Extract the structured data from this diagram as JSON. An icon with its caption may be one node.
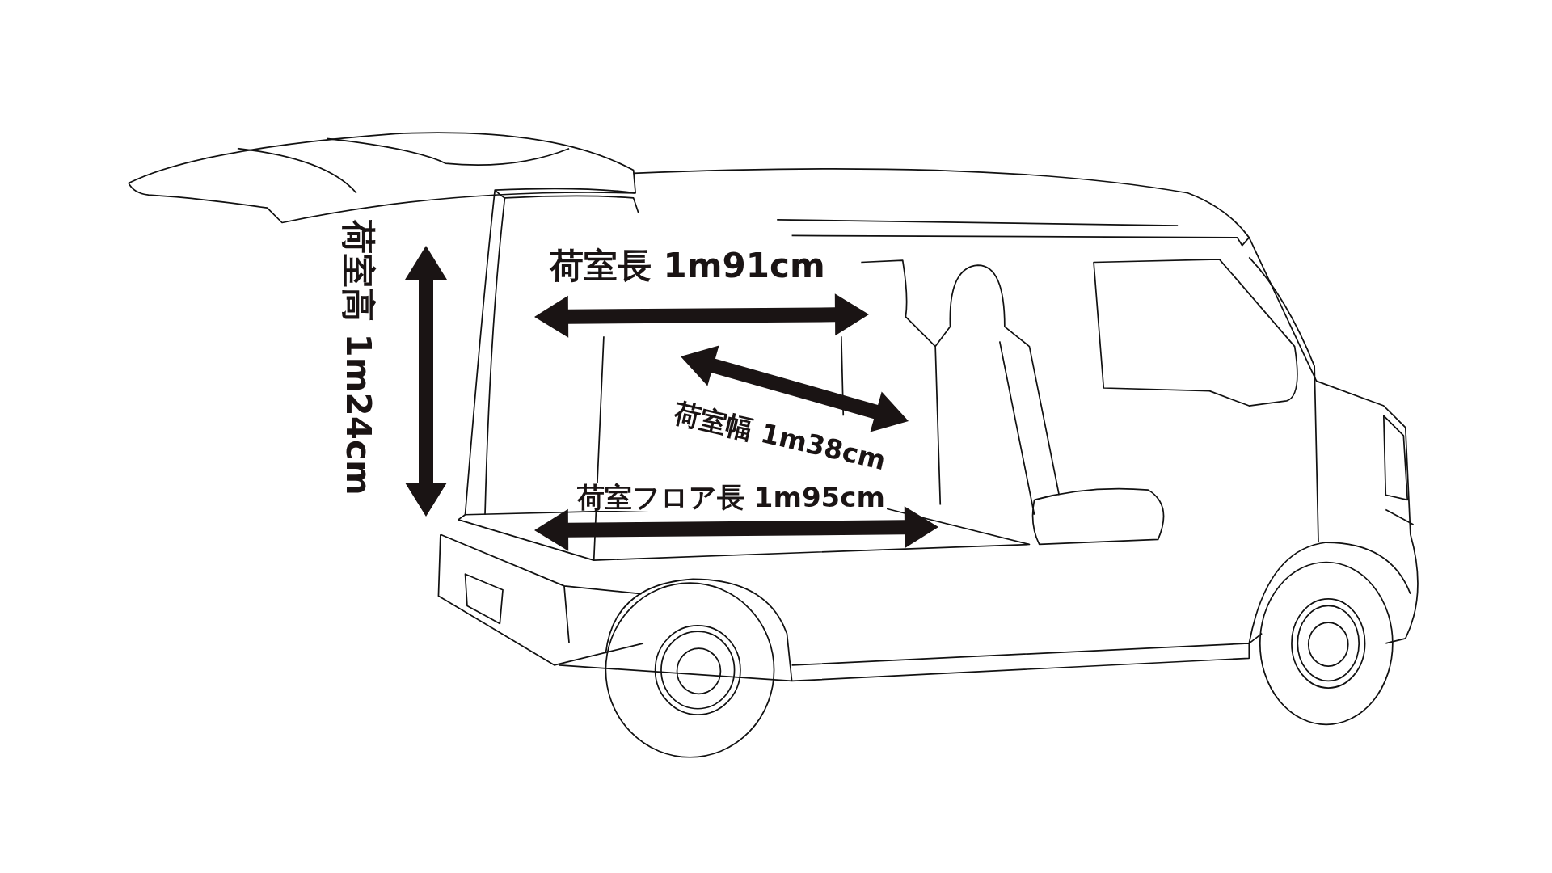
{
  "diagram": {
    "labels": [
      "荷室高 1m24cm",
      "荷室長 1m91cm",
      "荷室幅 1m38cm",
      "荷室フロア長 1m95cm"
    ]
  }
}
